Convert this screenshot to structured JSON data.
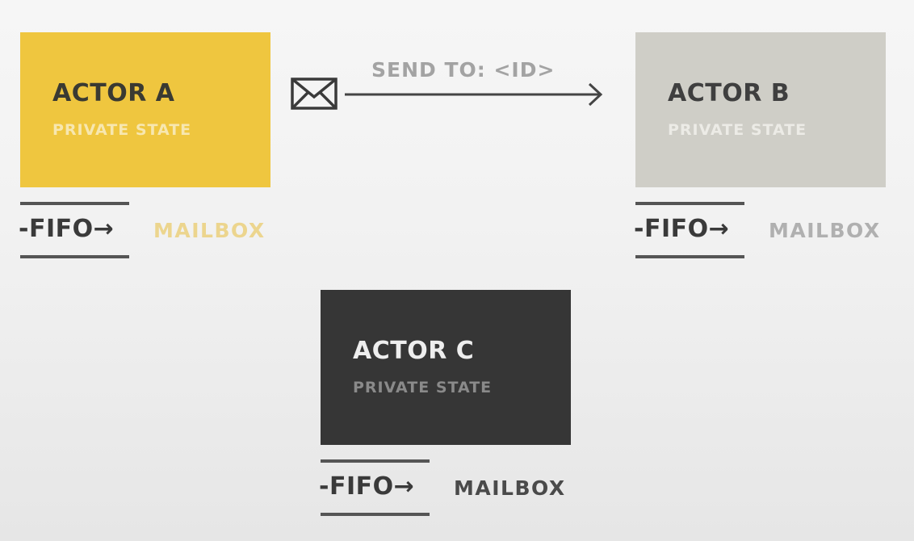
{
  "actors": [
    {
      "name": "ACTOR A",
      "state": "PRIVATE STATE",
      "color": "#efc63f"
    },
    {
      "name": "ACTOR B",
      "state": "PRIVATE STATE",
      "color": "#cfcec7"
    },
    {
      "name": "ACTOR C",
      "state": "PRIVATE STATE",
      "color": "#363636"
    }
  ],
  "mailboxes": [
    {
      "queue": "-FIFO→",
      "label": "MAILBOX"
    },
    {
      "queue": "-FIFO→",
      "label": "MAILBOX"
    },
    {
      "queue": "-FIFO→",
      "label": "MAILBOX"
    }
  ],
  "message": {
    "label": "SEND TO: <ID>",
    "icon": "envelope-icon"
  }
}
